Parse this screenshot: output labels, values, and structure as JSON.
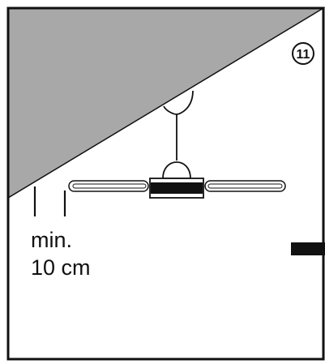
{
  "step_number": "11",
  "clearance": {
    "line1": "min.",
    "line2": "10 cm"
  },
  "colors": {
    "ceiling": "#a8a8a8",
    "stroke": "#111111",
    "background": "#ffffff"
  },
  "icons": {
    "step-badge": "circled-number",
    "fan": "ceiling-fan",
    "wall-marker": "black-bar"
  }
}
